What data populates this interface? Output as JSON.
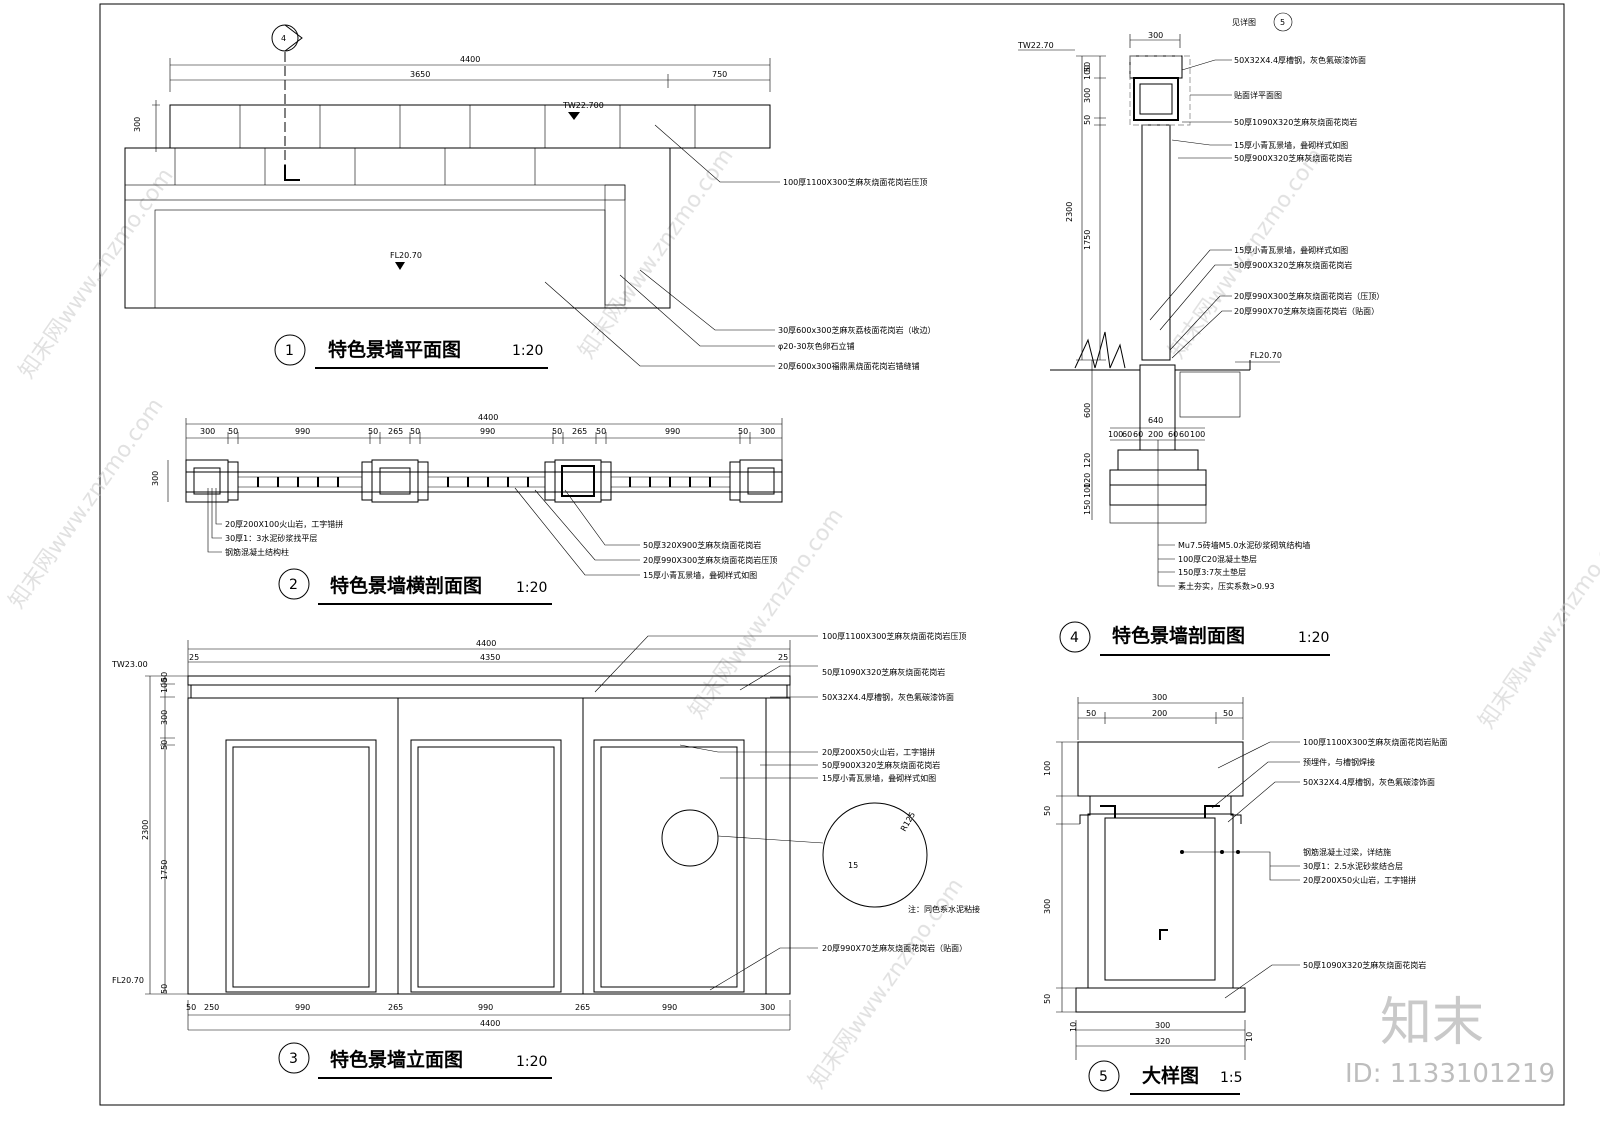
{
  "views": {
    "plan": {
      "num": "1",
      "title": "特色景墙平面图",
      "scale": "1:20",
      "dims": {
        "total": "4400",
        "a": "3650",
        "b": "750",
        "h": "300"
      },
      "levels": {
        "top": "TW22.700",
        "floor": "FL20.70"
      },
      "section_mark": "4",
      "notes": [
        "100厚1100X300芝麻灰烧面花岗岩压顶",
        "30厚600x300芝麻灰荔枝面花岗岩（收边）",
        "φ20-30灰色卵石立铺",
        "20厚600x300福鼎黑烧面花岗岩错缝铺"
      ]
    },
    "cross": {
      "num": "2",
      "title": "特色景墙横剖面图",
      "scale": "1:20",
      "dims_top": "4400",
      "dims": [
        "300",
        "50",
        "990",
        "50",
        "265",
        "50",
        "990",
        "50",
        "265",
        "50",
        "990",
        "50",
        "300"
      ],
      "dims_side": "300",
      "notes_left": [
        "20厚200X100火山岩，工字错拼",
        "30厚1：3水泥砂浆找平层",
        "钢筋混凝土结构柱"
      ],
      "notes_right": [
        "50厚320X900芝麻灰烧面花岗岩",
        "20厚990X300芝麻灰烧面花岗岩压顶",
        "15厚小青瓦景墙，叠砌样式如图"
      ]
    },
    "elev": {
      "num": "3",
      "title": "特色景墙立面图",
      "scale": "1:20",
      "dims_top": [
        "4400",
        "4350",
        "25",
        "25"
      ],
      "dims_bottom": [
        "50",
        "250",
        "990",
        "265",
        "990",
        "265",
        "990",
        "300"
      ],
      "dims_bottom_total": "4400",
      "dims_left": [
        "50",
        "100",
        "300",
        "50",
        "1750",
        "2300",
        "50"
      ],
      "levels": {
        "top": "TW23.00",
        "floor": "FL20.70"
      },
      "notes": [
        "100厚1100X300芝麻灰烧面花岗岩压顶",
        "50厚1090X320芝麻灰烧面花岗岩",
        "50X32X4.4厚槽钢，灰色氟碳漆饰面",
        "20厚200X50火山岩，工字错拼",
        "50厚900X320芝麻灰烧面花岗岩",
        "15厚小青瓦景墙，叠砌样式如图",
        "20厚990X70芝麻灰烧面花岗岩（贴面）"
      ],
      "detail_note": "注：同色系水泥粘接",
      "detail_r": "R125",
      "detail_w": "15"
    },
    "section": {
      "num": "4",
      "title": "特色景墙剖面图",
      "scale": "1:20",
      "dims_top": "300",
      "dims_left": [
        "50",
        "100",
        "300",
        "50",
        "2300",
        "1750",
        "600",
        "120",
        "120",
        "100",
        "150"
      ],
      "dims_base": [
        "640",
        "100",
        "60",
        "60",
        "200",
        "60",
        "60",
        "100"
      ],
      "levels": {
        "top": "TW22.70",
        "floor": "FL20.70"
      },
      "detail_ref": "见详图",
      "detail_ref_num": "5",
      "notes": [
        "50X32X4.4厚槽钢，灰色氟碳漆饰面",
        "贴面详平面图",
        "50厚1090X320芝麻灰烧面花岗岩",
        "15厚小青瓦景墙，叠砌样式如图",
        "50厚900X320芝麻灰烧面花岗岩",
        "15厚小青瓦景墙，叠砌样式如图",
        "50厚900X320芝麻灰烧面花岗岩",
        "20厚990X300芝麻灰烧面花岗岩（压顶）",
        "20厚990X70芝麻灰烧面花岗岩（贴面）"
      ],
      "notes_bottom": [
        "Mu7.5砖墙M5.0水泥砂浆砌筑结构墙",
        "100厚C20混凝土垫层",
        "150厚3:7灰土垫层",
        "素土夯实，压实系数>0.93"
      ]
    },
    "detail": {
      "num": "5",
      "title": "大样图",
      "scale": "1:5",
      "dims_top": [
        "300",
        "50",
        "200",
        "50"
      ],
      "dims_left": [
        "100",
        "50",
        "300",
        "50"
      ],
      "dims_bottom": [
        "300",
        "320",
        "10",
        "10"
      ],
      "notes": [
        "100厚1100X300芝麻灰烧面花岗岩贴面",
        "预埋件，与槽钢焊接",
        "50X32X4.4厚槽钢，灰色氟碳漆饰面",
        "钢筋混凝土过梁，详结施",
        "30厚1：2.5水泥砂浆结合层",
        "20厚200X50火山岩，工字错拼",
        "50厚1090X320芝麻灰烧面花岗岩"
      ]
    }
  },
  "watermark": {
    "brand": "知末",
    "id": "ID: 1133101219",
    "site": "知末网www.znzmo.com"
  }
}
